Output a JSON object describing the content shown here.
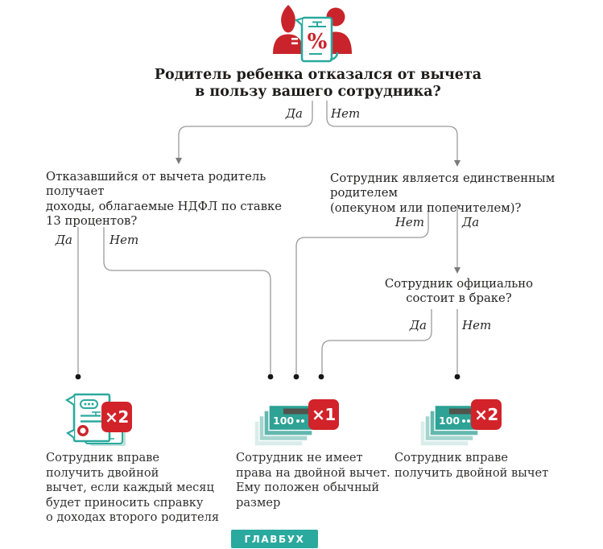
{
  "colors": {
    "red": "#c9242b",
    "badge_red": "#d2232a",
    "teal": "#2aa99e",
    "teal_note": "#2da295",
    "line_gray": "#9b9b9b",
    "text": "#262524"
  },
  "header": {
    "icon": "parents-percent-document-icon",
    "percent_glyph": "%",
    "title_lines": [
      "Родитель ребенка отказался от вычета",
      "в пользу вашего сотрудника?"
    ]
  },
  "branch_labels": {
    "yes": "Да",
    "no": "Нет"
  },
  "questions": {
    "q1": {
      "lines": [
        "Отказавшийся от вычета родитель получает",
        "доходы, облагаемые НДФЛ по ставке",
        "13 процентов?"
      ]
    },
    "q2": {
      "lines": [
        "Сотрудник является единственным родителем",
        "(опекуном или попечителем)?"
      ]
    },
    "q3": {
      "lines": [
        "Сотрудник официально",
        "состоит в браке?"
      ]
    }
  },
  "outcomes": {
    "left": {
      "icon": "certificate-documents-icon",
      "badge": "×2",
      "lines": [
        "Сотрудник вправе",
        "получить двойной",
        "вычет, если каждый месяц",
        "будет приносить справку",
        "о доходах второго родителя"
      ]
    },
    "middle": {
      "icon": "banknotes-icon",
      "badge": "×1",
      "note_label": "100",
      "lines": [
        "Сотрудник не имеет",
        "права на двойной вычет.",
        "Ему положен обычный",
        "размер"
      ]
    },
    "right": {
      "icon": "banknotes-icon",
      "badge": "×2",
      "note_label": "100",
      "lines": [
        "Сотрудник вправе",
        "получить двойной вычет"
      ]
    }
  },
  "footer": {
    "brand": "ГЛАВБУХ"
  }
}
